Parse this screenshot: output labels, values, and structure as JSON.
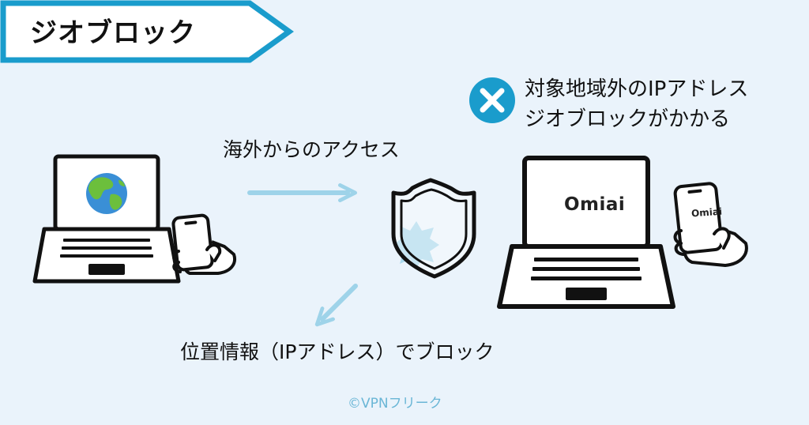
{
  "title": "ジオブロック",
  "access_label": "海外からのアクセス",
  "block_label": "位置情報（IPアドレス）でブロック",
  "warning": {
    "line1": "対象地域外のIPアドレス",
    "line2": "ジオブロックがかかる"
  },
  "app_logo": "Omiai",
  "credit": "©VPNフリーク",
  "colors": {
    "background": "#eaf3fb",
    "accent": "#1a9ccc",
    "arrow": "#9ed3e9",
    "burst": "#a9d8ec",
    "outline": "#111111"
  },
  "icons": {
    "globe": "globe-icon",
    "shield": "shield-icon",
    "blocked": "close-circle-icon"
  }
}
